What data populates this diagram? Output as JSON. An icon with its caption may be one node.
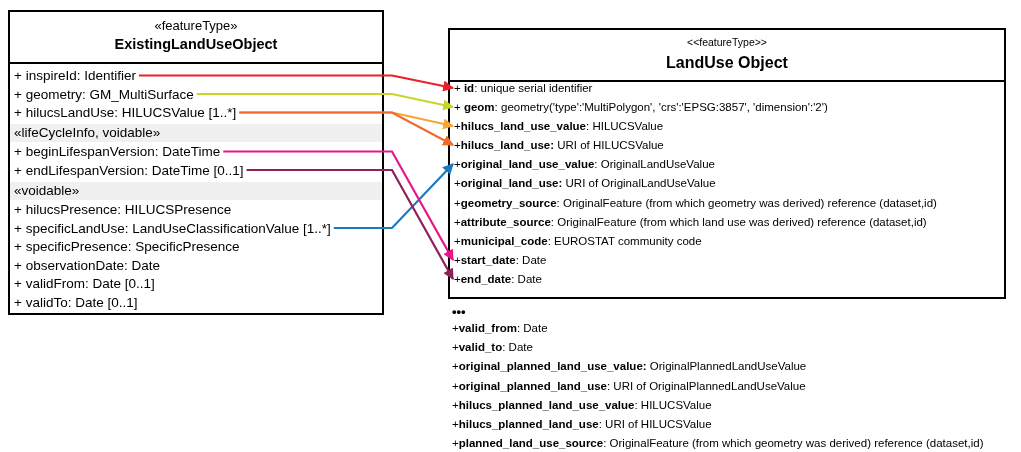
{
  "diagram": {
    "nodes": [
      {
        "text": [
          "«featureType»",
          "ExistingLandUseObject"
        ]
      },
      {
        "text": [
          "+ inspireId: Identifier"
        ],
        "in": 0
      },
      {
        "text": [
          "+ geometry: GM_MultiSurface"
        ],
        "in": 0
      },
      {
        "text": [
          "+ hilucsLandUse: HILUCSValue [1..*]"
        ],
        "in": 0
      },
      {
        "text": [
          "«lifeCycleInfo, voidable»"
        ],
        "in": 0
      },
      {
        "text": [
          "+ beginLifespanVersion: DateTime"
        ],
        "in": 0
      },
      {
        "text": [
          "+ endLifespanVersion: DateTime [0..1]"
        ],
        "in": 0
      },
      {
        "text": [
          "«voidable»"
        ],
        "in": 0
      },
      {
        "text": [
          "+ hilucsPresence: HILUCSPresence"
        ],
        "in": 0
      },
      {
        "text": [
          "+ specificLandUse: LandUseClassificationValue [1..*]"
        ],
        "in": 0
      },
      {
        "text": [
          "+ specificPresence: SpecificPresence"
        ],
        "in": 0
      },
      {
        "text": [
          "+ observationDate: Date"
        ],
        "in": 0
      },
      {
        "text": [
          "+ validFrom: Date [0..1]"
        ],
        "in": 0
      },
      {
        "text": [
          "+ validTo: Date [0..1]"
        ],
        "in": 0
      },
      {
        "text": [
          "<<featureType>>",
          "LandUse Object"
        ]
      },
      {
        "text": [
          "+ **id**: unique serial identifier"
        ],
        "in": 14
      },
      {
        "text": [
          "+ **geom**: geometry('type':'MultiPolygon', 'crs':'EPSG:3857', 'dimension':'2')"
        ],
        "in": 14
      },
      {
        "text": [
          "+**hilucs_land_use_value**: HILUCSValue"
        ],
        "in": 14
      },
      {
        "text": [
          "+**hilucs_land_use:** URI of HILUCSValue"
        ],
        "in": 14
      },
      {
        "text": [
          "+**original_land_use_value**: OriginalLandUseValue"
        ],
        "in": 14
      },
      {
        "text": [
          "+**original_land_use:** URI of OriginalLandUseValue"
        ],
        "in": 14
      },
      {
        "text": [
          "+**geometry_source**: OriginalFeature (from which geometry was derived) reference (dataset,id)"
        ],
        "in": 14
      },
      {
        "text": [
          "+**attribute_source**: OriginalFeature (from which land use was derived) reference (dataset,id)"
        ],
        "in": 14
      },
      {
        "text": [
          "+**municipal_code**: EUROSTAT community code"
        ],
        "in": 14
      },
      {
        "text": [
          "+**start_date**: Date"
        ],
        "in": 14
      },
      {
        "text": [
          "+**end_date**: Date"
        ],
        "in": 14
      }
    ],
    "edges": [
      {
        "from": 1,
        "to": 15,
        "arrow": "to",
        "color": "#e8202a"
      },
      {
        "from": 2,
        "to": 16,
        "arrow": "to",
        "color": "#c8d62a"
      },
      {
        "from": 3,
        "to": 17,
        "arrow": "to",
        "color": "#f7a535"
      },
      {
        "from": 3,
        "to": 18,
        "arrow": "to",
        "color": "#f06a2a"
      },
      {
        "from": 9,
        "to": 19,
        "arrow": "to",
        "color": "#1a7ac0"
      },
      {
        "from": 5,
        "to": 24,
        "arrow": "to",
        "color": "#e8158c"
      },
      {
        "from": 6,
        "to": 25,
        "arrow": "to",
        "color": "#8e1f5a"
      }
    ],
    "labels": [
      "•••",
      "+**valid_from**: Date",
      "+**valid_to**: Date",
      "+**original_planned_land_use_value:** OriginalPlannedLandUseValue",
      "+**original_planned_land_use**: URI of OriginalPlannedLandUseValue",
      "+**hilucs_planned_land_use_value**: HILUCSValue",
      "+**hilucs_planned_land_use**: URI of HILUCSValue",
      "+**planned_land_use_source**: OriginalFeature (from which geometry was derived) reference (dataset,id)"
    ]
  }
}
